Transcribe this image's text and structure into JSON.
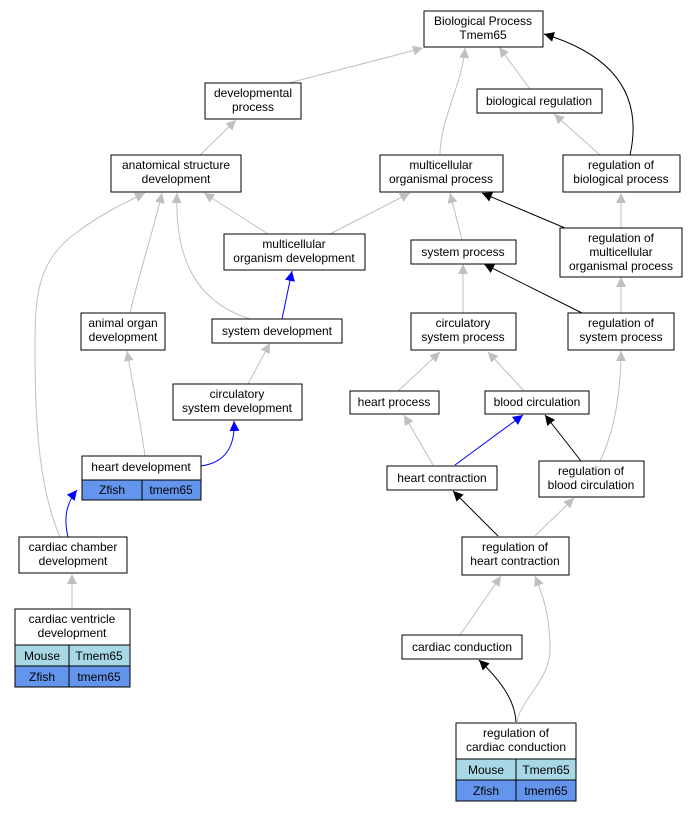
{
  "colors": {
    "is_a_edge": "#c0c0c0",
    "regulates_edge": "#000000",
    "part_of_edge": "#0000ff",
    "mouse_cell": "#a8d8e6",
    "zfish_cell": "#6495ed"
  },
  "nodes": {
    "root": [
      "Biological Process",
      "Tmem65"
    ],
    "devproc": [
      "developmental",
      "process"
    ],
    "bioreg": [
      "biological regulation"
    ],
    "asd": [
      "anatomical structure",
      "development"
    ],
    "mcp": [
      "multicellular",
      "organismal process"
    ],
    "regbp": [
      "regulation of",
      "biological process"
    ],
    "mcod": [
      "multicellular",
      "organism development"
    ],
    "sysproc": [
      "system process"
    ],
    "regmcp": [
      "regulation of",
      "multicellular",
      "organismal process"
    ],
    "aod": [
      "animal organ",
      "development"
    ],
    "sysdev": [
      "system development"
    ],
    "circsp": [
      "circulatory",
      "system process"
    ],
    "regsp": [
      "regulation of",
      "system process"
    ],
    "csd": [
      "circulatory",
      "system development"
    ],
    "heartproc": [
      "heart process"
    ],
    "bloodcirc": [
      "blood circulation"
    ],
    "heartdev": [
      "heart development"
    ],
    "heartcon": [
      "heart contraction"
    ],
    "regblood": [
      "regulation of",
      "blood circulation"
    ],
    "ccd": [
      "cardiac chamber",
      "development"
    ],
    "reghc": [
      "regulation of",
      "heart contraction"
    ],
    "cvd": [
      "cardiac ventricle",
      "development"
    ],
    "cardcond": [
      "cardiac conduction"
    ],
    "regcc": [
      "regulation of",
      "cardiac conduction"
    ]
  },
  "genes": {
    "heartdev": [
      [
        "Zfish",
        "tmem65"
      ]
    ],
    "cvd": [
      [
        "Mouse",
        "Tmem65"
      ],
      [
        "Zfish",
        "tmem65"
      ]
    ],
    "regcc": [
      [
        "Mouse",
        "Tmem65"
      ],
      [
        "Zfish",
        "tmem65"
      ]
    ]
  }
}
